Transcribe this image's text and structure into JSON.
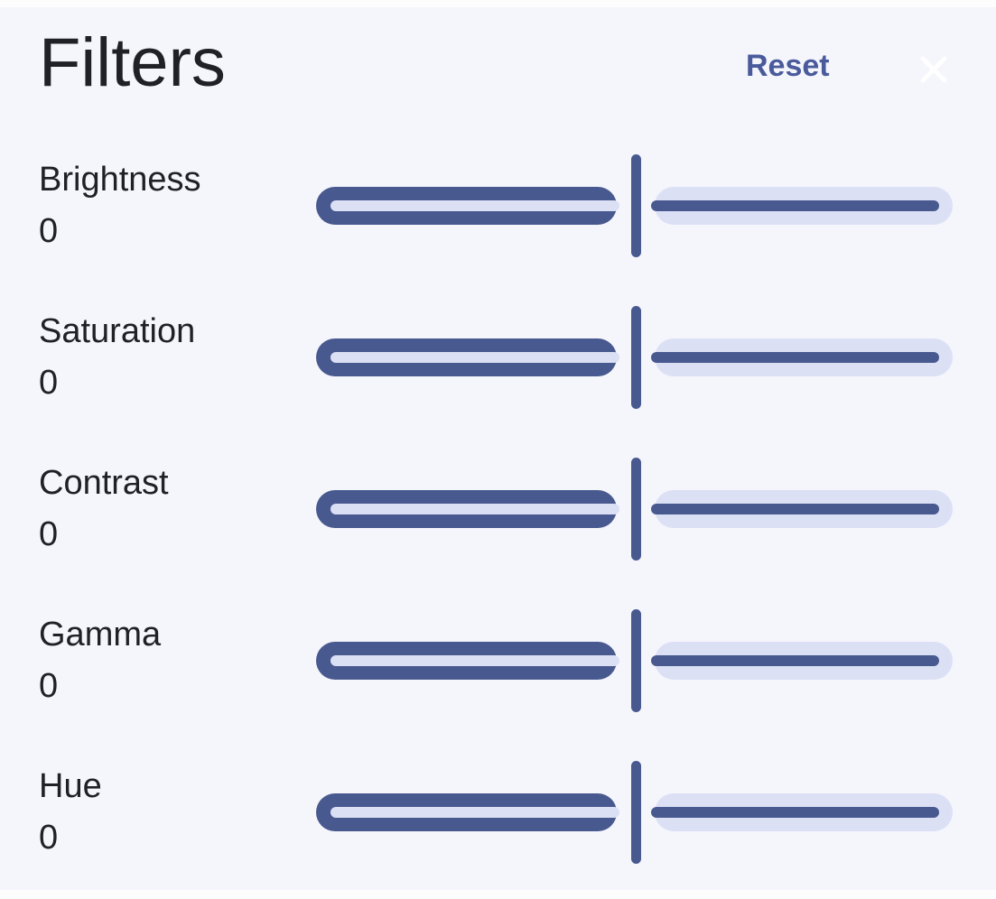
{
  "theme": {
    "bg": "#f5f5fc",
    "strip": "#fdfdfe",
    "text": "#202127",
    "accent_dark": "#48598f",
    "accent_light": "#dbe0f5",
    "reset_color": "#4a5b9c",
    "close_color": "#ffffff"
  },
  "header": {
    "title": "Filters",
    "reset_label": "Reset",
    "close_icon": "x-icon"
  },
  "filters": [
    {
      "label": "Brightness",
      "value": "0"
    },
    {
      "label": "Saturation",
      "value": "0"
    },
    {
      "label": "Contrast",
      "value": "0"
    },
    {
      "label": "Gamma",
      "value": "0"
    },
    {
      "label": "Hue",
      "value": "0"
    }
  ]
}
